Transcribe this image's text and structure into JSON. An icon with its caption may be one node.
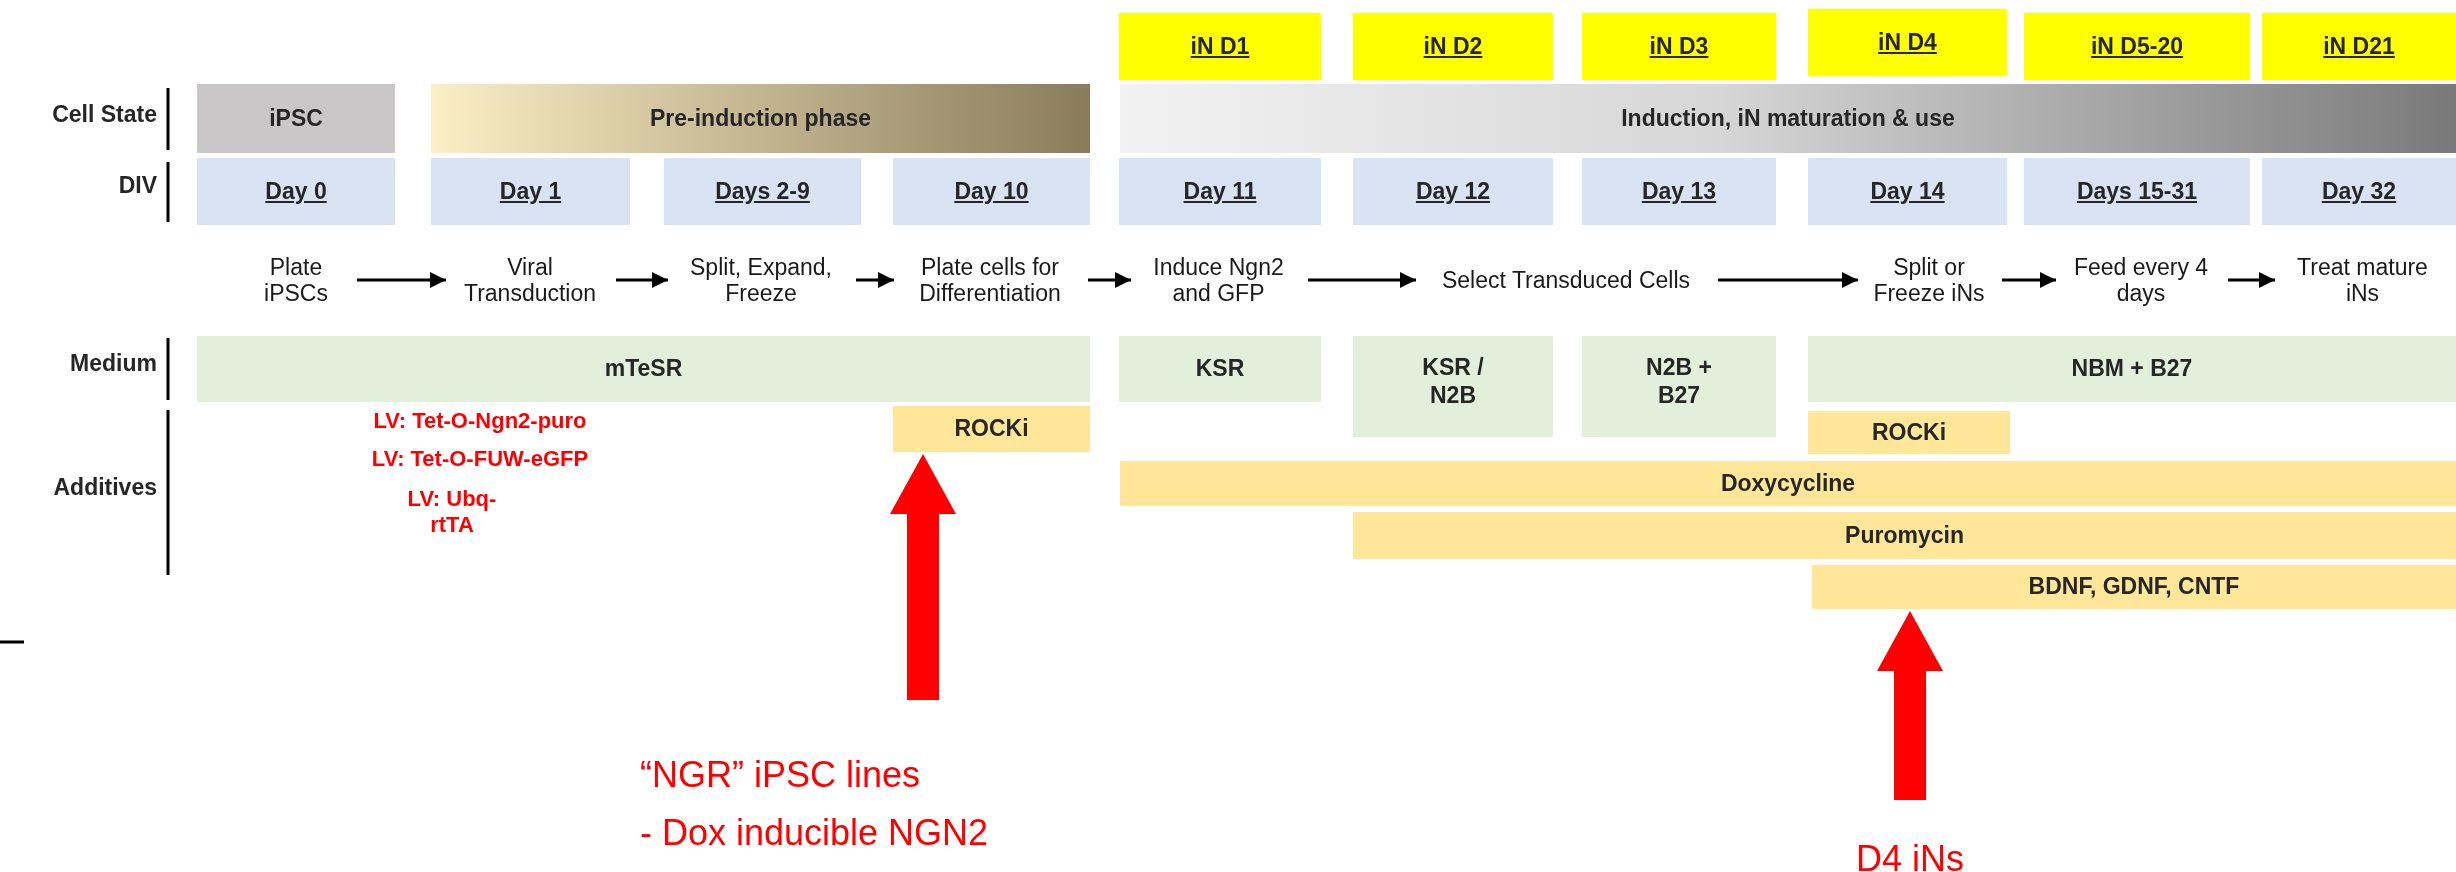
{
  "diagram": {
    "nodes": [
      {
        "text": [
          "iN D1"
        ]
      },
      {
        "text": [
          "iN D2"
        ]
      },
      {
        "text": [
          "iN D3"
        ]
      },
      {
        "text": [
          "iN D4"
        ]
      },
      {
        "text": [
          "iN D5-20"
        ]
      },
      {
        "text": [
          "iN D21"
        ]
      },
      {
        "text": [
          "iPSC"
        ]
      },
      {
        "text": [
          "Pre-induction phase"
        ]
      },
      {
        "text": [
          "Induction, iN maturation & use"
        ]
      },
      {
        "text": [
          "Day 0"
        ]
      },
      {
        "text": [
          "Day 1"
        ]
      },
      {
        "text": [
          "Days 2-9"
        ]
      },
      {
        "text": [
          "Day 10"
        ]
      },
      {
        "text": [
          "Day 11"
        ]
      },
      {
        "text": [
          "Day 12"
        ]
      },
      {
        "text": [
          "Day 13"
        ]
      },
      {
        "text": [
          "Day 14"
        ]
      },
      {
        "text": [
          "Days 15-31"
        ]
      },
      {
        "text": [
          "Day 32"
        ]
      },
      {
        "text": [
          "Plate iPSCs"
        ]
      },
      {
        "text": [
          "Viral Transduction"
        ]
      },
      {
        "text": [
          "Split, Expand, Freeze"
        ]
      },
      {
        "text": [
          "Plate cells for Differentiation"
        ]
      },
      {
        "text": [
          "Induce Ngn2 and GFP"
        ]
      },
      {
        "text": [
          "Select Transduced Cells"
        ]
      },
      {
        "text": [
          "Split or Freeze iNs"
        ]
      },
      {
        "text": [
          "Feed every 4 days"
        ]
      },
      {
        "text": [
          "Treat mature iNs"
        ]
      },
      {
        "text": [
          "mTeSR"
        ]
      },
      {
        "text": [
          "KSR"
        ]
      },
      {
        "text": [
          "KSR / N2B"
        ]
      },
      {
        "text": [
          "N2B + B27"
        ]
      },
      {
        "text": [
          "NBM + B27"
        ]
      },
      {
        "text": [
          "ROCKi"
        ]
      },
      {
        "text": [
          "ROCKi"
        ]
      },
      {
        "text": [
          "Doxycycline"
        ]
      },
      {
        "text": [
          "Puromycin"
        ]
      },
      {
        "text": [
          "BDNF, GDNF, CNTF"
        ]
      },
      {
        "text": [
          "“NGR” iPSC lines",
          "- Dox inducible NGN2"
        ]
      },
      {
        "text": [
          "D4 iNs"
        ]
      }
    ],
    "edges": [
      {
        "from": 19,
        "to": 20,
        "arrow": "to"
      },
      {
        "from": 20,
        "to": 21,
        "arrow": "to"
      },
      {
        "from": 21,
        "to": 22,
        "arrow": "to"
      },
      {
        "from": 22,
        "to": 23,
        "arrow": "to"
      },
      {
        "from": 23,
        "to": 24,
        "arrow": "to"
      },
      {
        "from": 24,
        "to": 25,
        "arrow": "to"
      },
      {
        "from": 25,
        "to": 26,
        "arrow": "to"
      },
      {
        "from": 26,
        "to": 27,
        "arrow": "to"
      },
      {
        "from": 38,
        "to": 33,
        "arrow": "to",
        "style": "thick",
        "color": "#ff0000"
      },
      {
        "from": 39,
        "to": 37,
        "arrow": "to",
        "style": "thick",
        "color": "#ff0000"
      }
    ],
    "labels": [
      "Cell State",
      "DIV",
      "Medium",
      "Additives",
      "LV: Tet-O-Ngn2-puro",
      "LV: Tet-O-FUW-eGFP",
      "LV: Ubq-rtTA"
    ]
  }
}
